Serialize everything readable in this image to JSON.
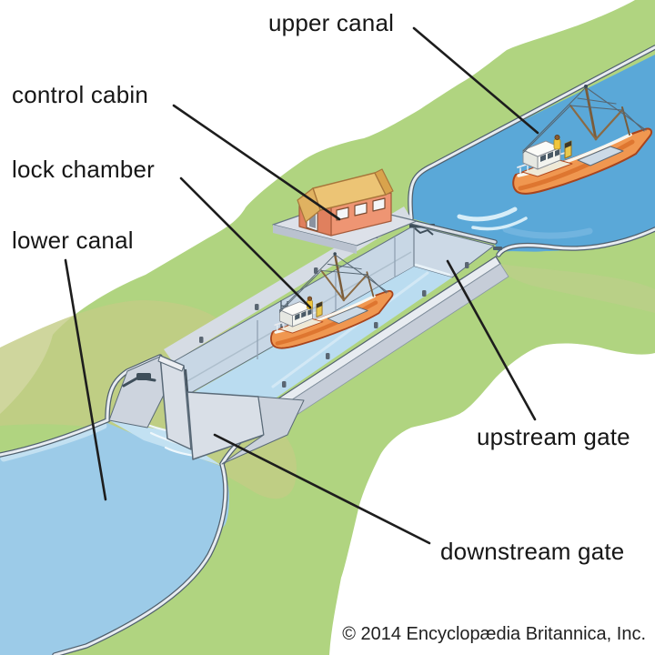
{
  "figure": {
    "type": "diagram",
    "subject": "canal lock",
    "labels": {
      "upper_canal": "upper canal",
      "control_cabin": "control cabin",
      "lock_chamber": "lock chamber",
      "lower_canal": "lower canal",
      "upstream_gate": "upstream gate",
      "downstream_gate": "downstream gate"
    },
    "credit": "© 2014 Encyclopædia Britannica, Inc.",
    "colors": {
      "background": "#ffffff",
      "grass": "#b0d480",
      "grass_slope": "#c3cc85",
      "upper_canal_water": "#5aa8d8",
      "lower_canal_water": "#9ccbe8",
      "chamber_water": "#badcf0",
      "chamber_wall": "#c8d7e5",
      "stone_ledge": "#e8ecf1",
      "gate_gray": "#d8dee6",
      "boat_hull": "#f09750",
      "cabin_wall": "#ee9573",
      "cabin_roof": "#ecc475",
      "label_text": "#161616",
      "leader_line": "#1d1d1d"
    }
  }
}
